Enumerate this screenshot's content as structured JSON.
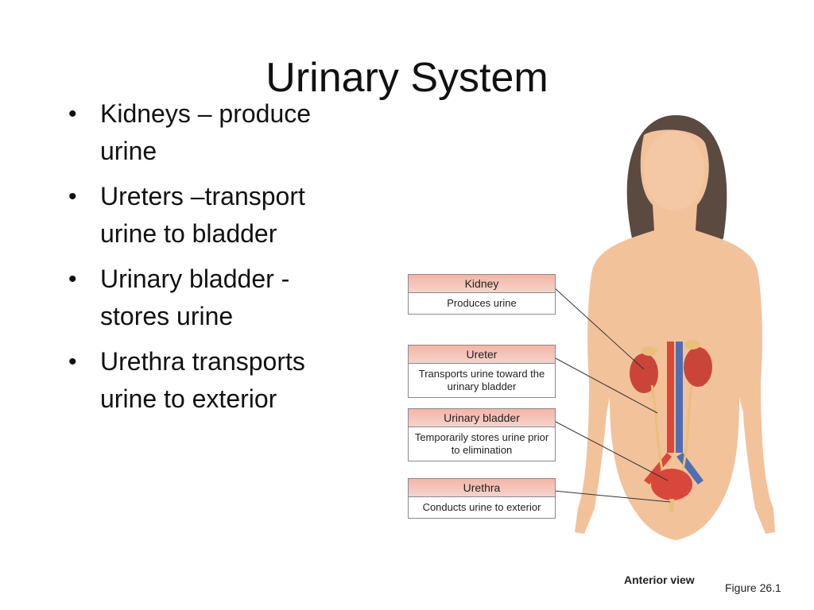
{
  "title": "Urinary System",
  "bullets": [
    "Kidneys – produce urine",
    "Ureters –transport urine to bladder",
    "Urinary bladder - stores urine",
    "Urethra transports urine to exterior"
  ],
  "figure": {
    "labels": [
      {
        "heading": "Kidney",
        "description": "Produces urine"
      },
      {
        "heading": "Ureter",
        "description": "Transports urine toward the urinary bladder"
      },
      {
        "heading": "Urinary bladder",
        "description": "Temporarily stores urine prior to elimination"
      },
      {
        "heading": "Urethra",
        "description": "Conducts urine to exterior"
      }
    ],
    "view_caption": "Anterior view",
    "figure_number": "Figure 26.1"
  },
  "colors": {
    "skin": "#f2c29b",
    "hair": "#5a4a40",
    "kidney": "#c9453a",
    "artery": "#d9473a",
    "vein": "#4f6fb3",
    "label_header": "#f6b4a6"
  }
}
